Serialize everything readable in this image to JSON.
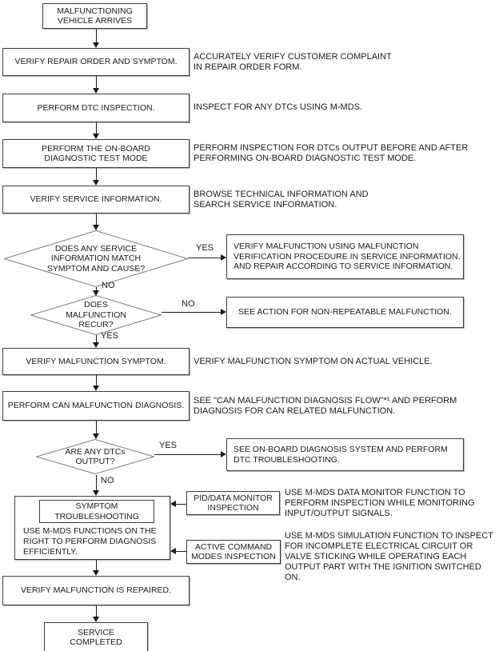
{
  "nodes": {
    "start": "MALFUNCTIONING\nVEHICLE ARRIVES",
    "verify_repair_order": "VERIFY REPAIR ORDER AND SYMPTOM.",
    "dtc_inspection": "PERFORM DTC INSPECTION.",
    "onboard_test": "PERFORM THE ON-BOARD\nDIAGNOSTIC TEST MODE",
    "verify_service_info": "VERIFY SERVICE INFORMATION.",
    "decision_service_info": "DOES ANY SERVICE\nINFORMATION MATCH\nSYMPTOM AND CAUSE?",
    "action_verify_malfunction": "VERIFY MALFUNCTION USING MALFUNCTION\nVERIFICATION PROCEDURE IN SERVICE INFORMATION,\nAND REPAIR ACCORDING TO SERVICE INFORMATION.",
    "decision_recur": "DOES\nMALFUNCTION\nRECUR?",
    "action_non_repeatable": "SEE ACTION FOR NON-REPEATABLE MALFUNCTION.",
    "verify_symptom": "VERIFY MALFUNCTION SYMPTOM.",
    "can_diagnosis": "PERFORM CAN MALFUNCTION DIAGNOSIS.",
    "decision_dtcs": "ARE ANY DTCs\nOUTPUT?",
    "action_dtc_troubleshooting": "SEE ON-BOARD DIAGNOSIS SYSTEM AND PERFORM\nDTC TROUBLESHOOTING.",
    "symptom_troubleshooting_title": "SYMPTOM\nTROUBLESHOOTING",
    "symptom_troubleshooting_body": "USE M-MDS FUNCTIONS ON THE\nRIGHT TO PERFORM DIAGNOSIS\nEFFICIENTLY.",
    "pid_monitor": "PID/DATA MONITOR\nINSPECTION",
    "active_command": "ACTIVE COMMAND\nMODES INSPECTION",
    "verify_repaired": "VERIFY MALFUNCTION IS REPAIRED.",
    "service_completed": "SERVICE\nCOMPLETED"
  },
  "notes": {
    "repair_order": "ACCURATELY VERIFY CUSTOMER COMPLAINT\nIN REPAIR ORDER FORM.",
    "dtc": "INSPECT FOR ANY DTCs USING M-MDS.",
    "onboard": "PERFORM INSPECTION FOR DTCs OUTPUT BEFORE AND AFTER\nPERFORMING ON-BOARD DIAGNOSTIC TEST MODE.",
    "service_info": "BROWSE TECHNICAL INFORMATION AND\nSEARCH SERVICE INFORMATION.",
    "symptom": "VERIFY MALFUNCTION SYMPTOM ON ACTUAL VEHICLE.",
    "can": "SEE \"CAN MALFUNCTION DIAGNOSIS FLOW\"*¹ AND PERFORM\nDIAGNOSIS FOR CAN RELATED MALFUNCTION.",
    "pid": "USE M-MDS DATA MONITOR FUNCTION TO\nPERFORM INSPECTION WHILE MONITORING\nINPUT/OUTPUT SIGNALS.",
    "active": "USE M-MDS SIMULATION FUNCTION TO INSPECT\nFOR INCOMPLETE ELECTRICAL CIRCUIT OR\nVALVE STICKING WHILE OPERATING EACH\nOUTPUT PART WITH THE IGNITION SWITCHED ON."
  },
  "labels": {
    "yes": "YES",
    "no": "NO"
  },
  "colors": {
    "line": "#1a1a1a",
    "box_border": "#3f3f3f",
    "diamond_border": "#7d7d7d",
    "background": "#ffffff"
  }
}
